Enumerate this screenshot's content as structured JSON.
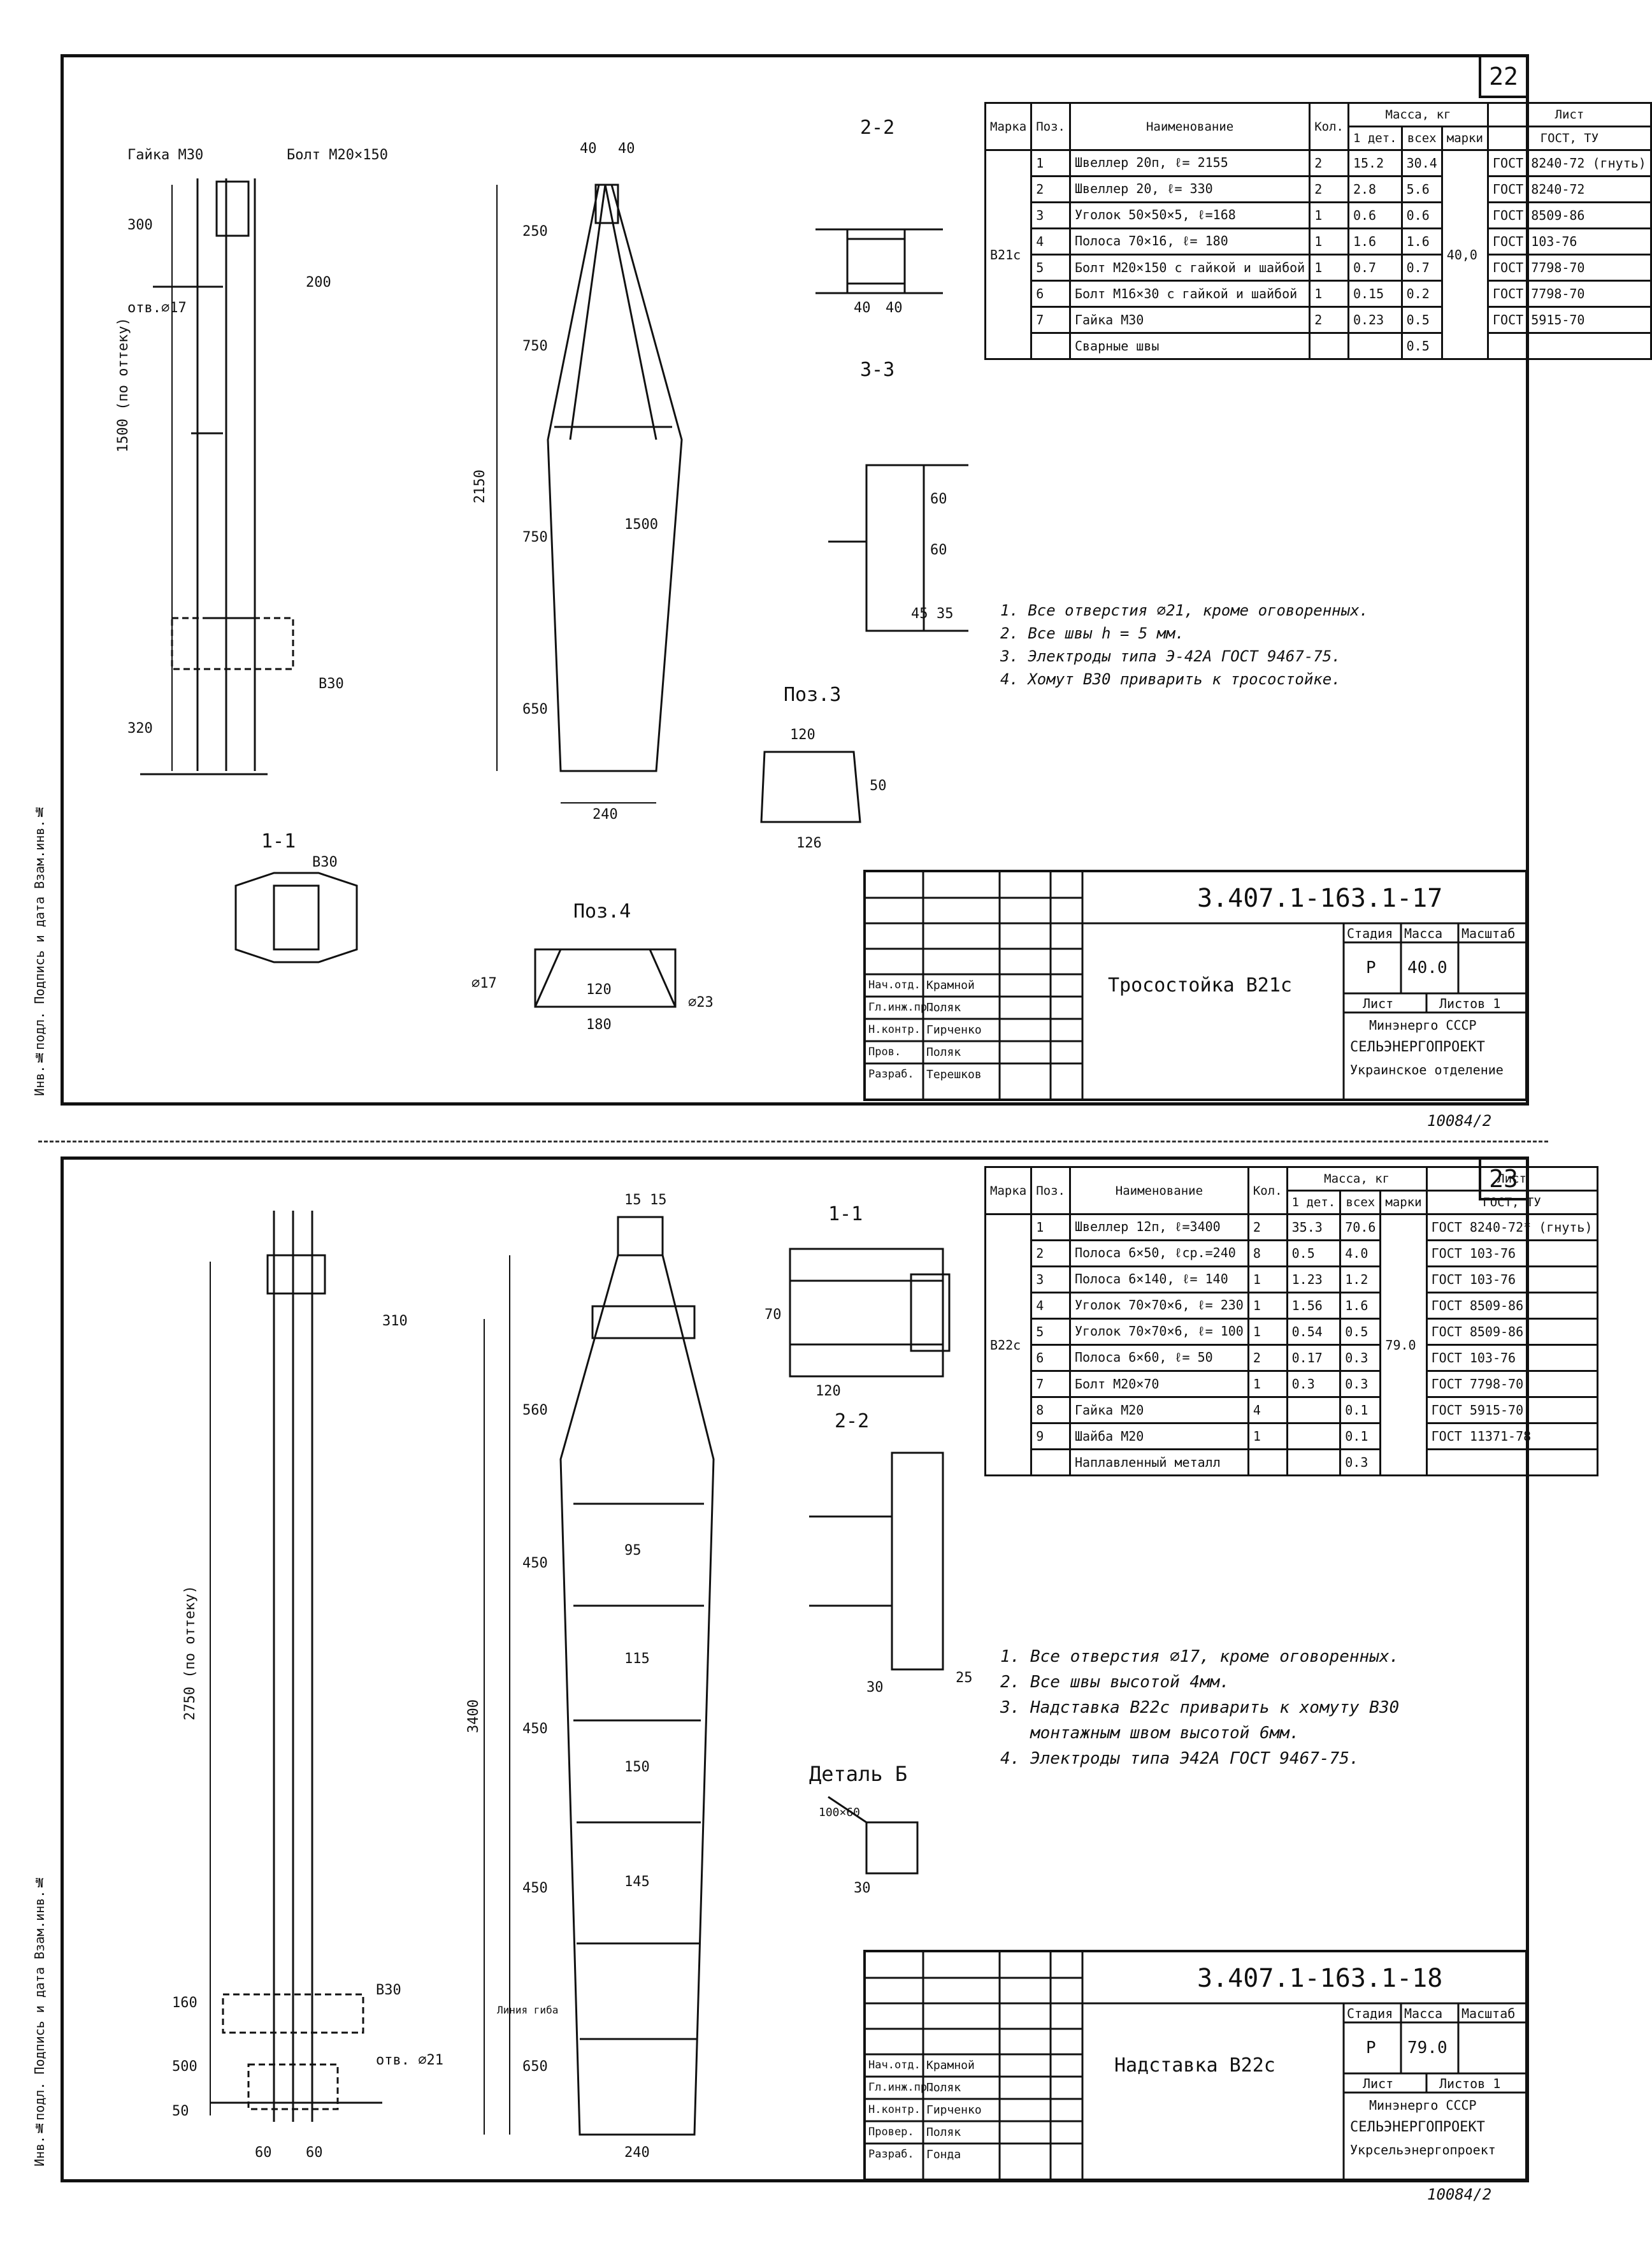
{
  "sheet1": {
    "number": "22",
    "margin_note": "10084/2",
    "side_label": "Инв.№подл. Подпись и дата Взам.инв.№",
    "table": {
      "headers": [
        "Марка",
        "Поз.",
        "Наименование",
        "Кол.",
        "Масса, кг",
        "Лист"
      ],
      "subheaders": [
        "1 дет.",
        "всех",
        "марки",
        "ГОСТ, ТУ"
      ],
      "mark": "В21с",
      "mark_mass": "40,0",
      "rows": [
        {
          "pos": "1",
          "name": "Швеллер 20п, ℓ= 2155",
          "qty": "2",
          "m1": "15.2",
          "mall": "30.4",
          "gost": "ГОСТ 8240-72 (гнуть)"
        },
        {
          "pos": "2",
          "name": "Швеллер 20, ℓ= 330",
          "qty": "2",
          "m1": "2.8",
          "mall": "5.6",
          "gost": "ГОСТ 8240-72"
        },
        {
          "pos": "3",
          "name": "Уголок 50×50×5, ℓ=168",
          "qty": "1",
          "m1": "0.6",
          "mall": "0.6",
          "gost": "ГОСТ 8509-86"
        },
        {
          "pos": "4",
          "name": "Полоса 70×16, ℓ= 180",
          "qty": "1",
          "m1": "1.6",
          "mall": "1.6",
          "gost": "ГОСТ 103-76"
        },
        {
          "pos": "5",
          "name": "Болт М20×150 с гайкой и шайбой",
          "qty": "1",
          "m1": "0.7",
          "mall": "0.7",
          "gost": "ГОСТ 7798-70"
        },
        {
          "pos": "6",
          "name": "Болт М16×30 с гайкой и шайбой",
          "qty": "1",
          "m1": "0.15",
          "mall": "0.2",
          "gost": "ГОСТ 7798-70"
        },
        {
          "pos": "7",
          "name": "Гайка М30",
          "qty": "2",
          "m1": "0.23",
          "mall": "0.5",
          "gost": "ГОСТ 5915-70"
        },
        {
          "pos": "",
          "name": "Сварные швы",
          "qty": "",
          "m1": "",
          "mall": "0.5",
          "gost": ""
        }
      ]
    },
    "notes": [
      "1. Все отверстия ∅21, кроме оговоренных.",
      "2. Все швы h = 5 мм.",
      "3. Электроды типа Э-42А ГОСТ 9467-75.",
      "4. Хомут В30 приварить к тросостойке."
    ],
    "stamp": {
      "code": "3.407.1-163.1-17",
      "title": "Тросостойка В21с",
      "stage_label": "Стадия",
      "mass_label": "Масса",
      "scale_label": "Масштаб",
      "stage": "Р",
      "mass": "40.0",
      "sheet_label": "Лист",
      "sheets_label": "Листов 1",
      "org1": "Минэнерго СССР",
      "org2": "СЕЛЬЭНЕРГОПРОЕКТ",
      "org3": "Украинское отделение",
      "roles": [
        "Нач.отд.",
        "Гл.инж.пр.",
        "Н.контр.",
        "Пров.",
        "Разраб."
      ],
      "names": [
        "Крамной",
        "Поляк",
        "Гирченко",
        "Поляк",
        "Терешков"
      ]
    },
    "labels": {
      "s22": "2-2",
      "s33": "3-3",
      "s11": "1-1",
      "pos3": "Поз.3",
      "pos4": "Поз.4",
      "b30a": "В30",
      "b30b": "В30",
      "nut": "Гайка М30",
      "bolt": "Болт М20×150",
      "hole": "отв.∅17",
      "d1": "300",
      "d2": "1500 (по оттеку)",
      "d3": "320",
      "d4": "40",
      "d5": "40",
      "d6": "250",
      "d7": "750",
      "d8": "2150",
      "d9": "750",
      "d10": "650",
      "d11": "240",
      "d12": "40",
      "d13": "40",
      "d14": "120",
      "d15": "126",
      "d16": "50",
      "d17": "180",
      "d18": "120",
      "d19": "∅17",
      "d20": "∅23",
      "d21": "1500",
      "d22": "60",
      "d23": "60",
      "d24": "45",
      "d25": "35",
      "d26": "200"
    }
  },
  "sheet2": {
    "number": "23",
    "margin_note": "10084/2",
    "side_label": "Инв.№подл. Подпись и дата Взам.инв.№",
    "table": {
      "headers": [
        "Марка",
        "Поз.",
        "Наименование",
        "Кол.",
        "Масса, кг",
        "Лист"
      ],
      "subheaders": [
        "1 дет.",
        "всех",
        "марки",
        "ГОСТ, ТУ"
      ],
      "mark": "В22с",
      "mark_mass": "79.0",
      "rows": [
        {
          "pos": "1",
          "name": "Швеллер 12п, ℓ=3400",
          "qty": "2",
          "m1": "35.3",
          "mall": "70.6",
          "gost": "ГОСТ 8240-72* (гнуть)"
        },
        {
          "pos": "2",
          "name": "Полоса 6×50, ℓср.=240",
          "qty": "8",
          "m1": "0.5",
          "mall": "4.0",
          "gost": "ГОСТ 103-76"
        },
        {
          "pos": "3",
          "name": "Полоса 6×140, ℓ= 140",
          "qty": "1",
          "m1": "1.23",
          "mall": "1.2",
          "gost": "ГОСТ 103-76"
        },
        {
          "pos": "4",
          "name": "Уголок 70×70×6, ℓ= 230",
          "qty": "1",
          "m1": "1.56",
          "mall": "1.6",
          "gost": "ГОСТ 8509-86"
        },
        {
          "pos": "5",
          "name": "Уголок 70×70×6, ℓ= 100",
          "qty": "1",
          "m1": "0.54",
          "mall": "0.5",
          "gost": "ГОСТ 8509-86"
        },
        {
          "pos": "6",
          "name": "Полоса 6×60, ℓ= 50",
          "qty": "2",
          "m1": "0.17",
          "mall": "0.3",
          "gost": "ГОСТ 103-76"
        },
        {
          "pos": "7",
          "name": "Болт М20×70",
          "qty": "1",
          "m1": "0.3",
          "mall": "0.3",
          "gost": "ГОСТ 7798-70"
        },
        {
          "pos": "8",
          "name": "Гайка М20",
          "qty": "4",
          "m1": "",
          "mall": "0.1",
          "gost": "ГОСТ 5915-70"
        },
        {
          "pos": "9",
          "name": "Шайба М20",
          "qty": "1",
          "m1": "",
          "mall": "0.1",
          "gost": "ГОСТ 11371-78"
        },
        {
          "pos": "",
          "name": "Наплавленный металл",
          "qty": "",
          "m1": "",
          "mall": "0.3",
          "gost": ""
        }
      ]
    },
    "notes": [
      "1. Все отверстия ∅17, кроме оговоренных.",
      "2. Все швы высотой 4мм.",
      "3. Надставка В22с приварить к хомуту В30",
      "   монтажным швом высотой 6мм.",
      "4. Электроды типа Э42А ГОСТ 9467-75."
    ],
    "stamp": {
      "code": "3.407.1-163.1-18",
      "title": "Надставка В22с",
      "stage_label": "Стадия",
      "mass_label": "Масса",
      "scale_label": "Масштаб",
      "stage": "Р",
      "mass": "79.0",
      "sheet_label": "Лист",
      "sheets_label": "Листов 1",
      "org1": "Минэнерго СССР",
      "org2": "СЕЛЬЭНЕРГОПРОЕКТ",
      "org3": "Укрсельэнергопроект",
      "roles": [
        "Нач.отд.",
        "Гл.инж.пр.",
        "Н.контр.",
        "Провер.",
        "Разраб."
      ],
      "names": [
        "Крамной",
        "Поляк",
        "Гирченко",
        "Поляк",
        "Гонда"
      ]
    },
    "labels": {
      "s11": "1-1",
      "s22": "2-2",
      "detail": "Деталь Б",
      "b30": "В30",
      "hole21": "отв. ∅21",
      "liniya": "Линия гиба",
      "d1": "2750 (по оттеку)",
      "d2": "3400",
      "d3": "560",
      "d4": "450",
      "d5": "450",
      "d6": "450",
      "d7": "650",
      "d8": "160",
      "d9": "500",
      "d10": "50",
      "d11": "60",
      "d12": "60",
      "d13": "240",
      "d14": "120",
      "d15": "70",
      "d16": "30",
      "d17": "25",
      "d18": "100×60",
      "d19": "30",
      "d20": "15",
      "d21": "15",
      "d22": "310",
      "d23": "115",
      "d24": "150",
      "d25": "145",
      "d26": "95"
    }
  }
}
